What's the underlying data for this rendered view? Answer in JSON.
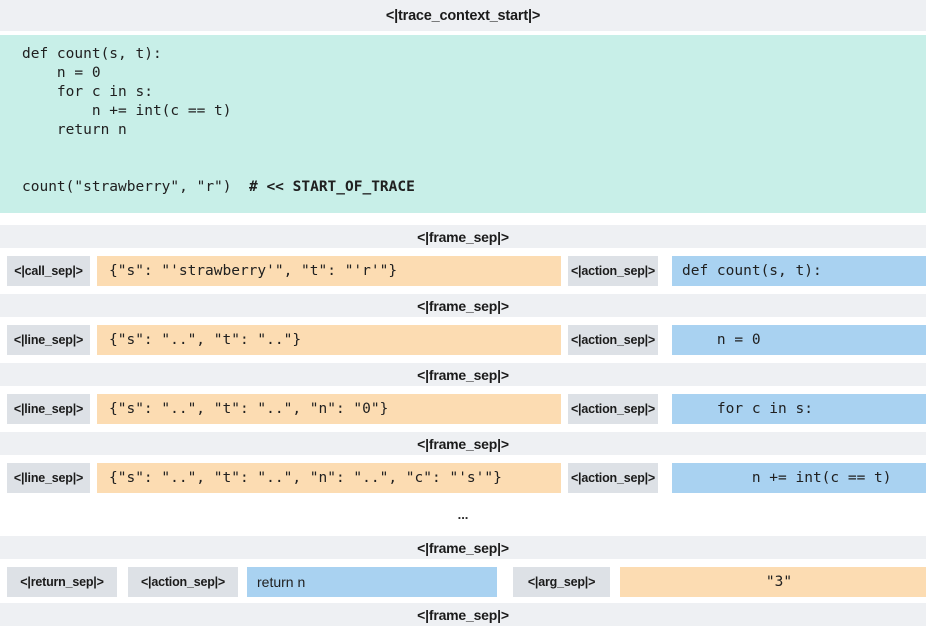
{
  "header": {
    "token": "<|trace_context_start|>"
  },
  "code_block": {
    "code": "def count(s, t):\n    n = 0\n    for c in s:\n        n += int(c == t)\n    return n\n\n\ncount(\"strawberry\", \"r\")  ",
    "trace_marker": "# << START_OF_TRACE"
  },
  "tokens": {
    "frame_sep": "<|frame_sep|>",
    "action_sep": "<|action_sep|>"
  },
  "frames": [
    {
      "sep_token": "<|call_sep|>",
      "state": "{\"s\": \"'strawberry'\", \"t\": \"'r'\"}",
      "action": "def count(s, t):"
    },
    {
      "sep_token": "<|line_sep|>",
      "state": "{\"s\": \"..\", \"t\": \"..\"}",
      "action": "    n = 0"
    },
    {
      "sep_token": "<|line_sep|>",
      "state": "{\"s\": \"..\", \"t\": \"..\", \"n\": \"0\"}",
      "action": "    for c in s:"
    },
    {
      "sep_token": "<|line_sep|>",
      "state": "{\"s\": \"..\", \"t\": \"..\", \"n\": \"..\", \"c\": \"'s'\"}",
      "action": "        n += int(c == t)"
    }
  ],
  "ellipsis": "...",
  "return_frame": {
    "return_sep_token": "<|return_sep|>",
    "action_sep_token": "<|action_sep|>",
    "action": "return n",
    "arg_sep_token": "<|arg_sep|>",
    "return_value": "\"3\""
  },
  "colors": {
    "separator_bar": "#eef0f3",
    "code_background": "#c8efe8",
    "state_background": "#fcdcb2",
    "action_background": "#a9d2f1",
    "token_chip_background": "#dde1e6",
    "text": "#1b1b1b"
  }
}
